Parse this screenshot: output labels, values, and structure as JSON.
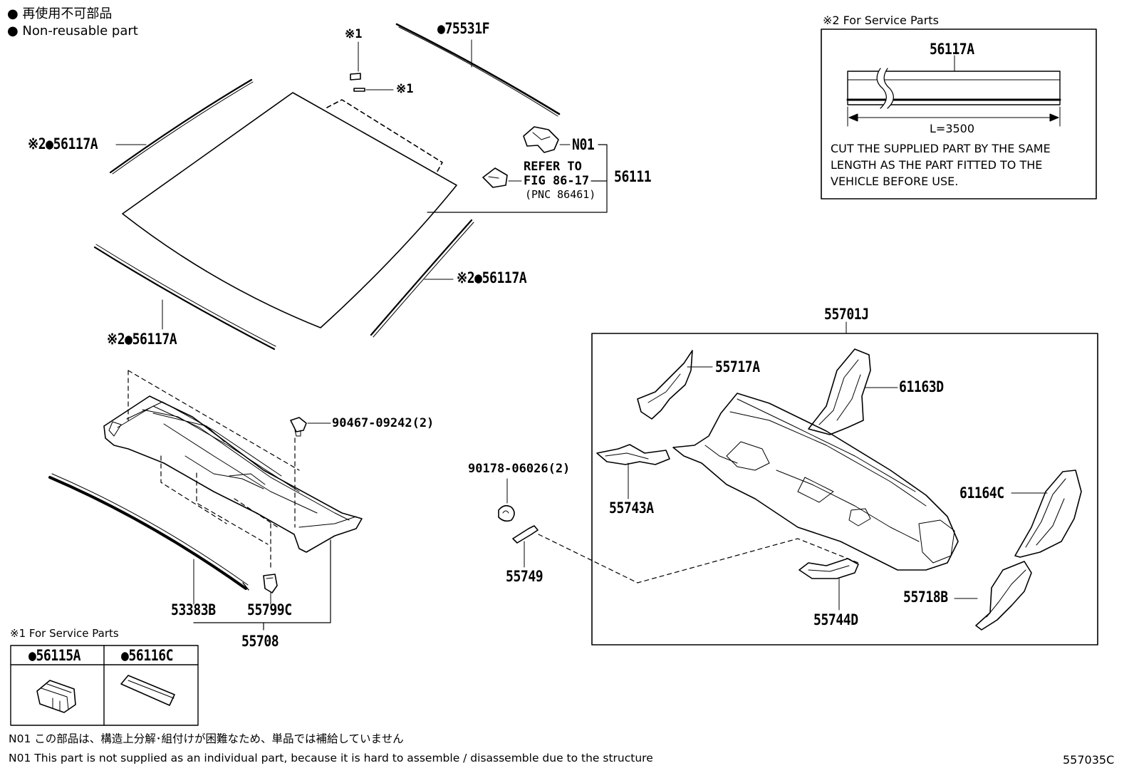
{
  "legend": {
    "line_jp": "● 再使用不可部品",
    "line_en": "● Non-reusable part"
  },
  "callouts": {
    "c75531F": "●75531F",
    "mark1_top": "※1",
    "mark1_side": "※1",
    "c56117A_ul": "※2●56117A",
    "c56117A_right": "※2●56117A",
    "c56117A_bottom": "※2●56117A",
    "cN01": "N01",
    "c56111": "56111",
    "c90467": "90467-09242(2)",
    "c90178": "90178-06026(2)",
    "c55749": "55749",
    "c53383B": "53383B",
    "c55799C": "55799C",
    "c55708": "55708",
    "c55701J": "55701J",
    "c55717A": "55717A",
    "c61163D": "61163D",
    "c55743A": "55743A",
    "c61164C": "61164C",
    "c55744D": "55744D",
    "c55718B": "55718B"
  },
  "refer": {
    "line1": "REFER TO",
    "line2": "FIG 86-17",
    "line3": "(PNC 86461)"
  },
  "service2": {
    "title": "※2 For Service Parts",
    "part": "56117A",
    "length": "L=3500",
    "note1": "CUT THE SUPPLIED PART BY THE SAME",
    "note2": "LENGTH AS THE PART FITTED TO THE",
    "note3": "VEHICLE BEFORE USE."
  },
  "service1": {
    "title": "※1 For Service Parts",
    "part_a": "●56115A",
    "part_b": "●56116C"
  },
  "footnotes": {
    "jp": "N01 この部品は、構造上分解･組付けが困難なため、単品では補給していません",
    "en": "N01 This part is not supplied as an individual part, because it is hard to assemble / disassemble due to the structure"
  },
  "figure_id": "557035C"
}
